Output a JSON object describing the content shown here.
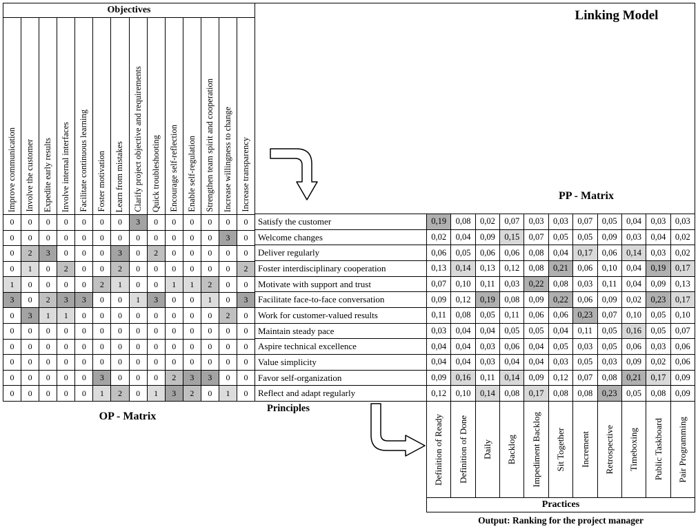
{
  "title": "Linking Model",
  "output_label": "Output: Ranking for the project manager",
  "icons": {
    "objectives_to_principles": "elbow-arrow-down",
    "principles_to_practices": "elbow-arrow-right"
  },
  "colors": {
    "op_shade_1": "#dcdcdc",
    "op_shade_2": "#c0c0c0",
    "op_shade_3": "#a3a3a3",
    "pp_shade_high": "#b0b0b0",
    "pp_shade_mid": "#d9d9d9",
    "border": "#000000"
  },
  "op_matrix": {
    "label": "OP - Matrix",
    "header": "Objectives",
    "objectives": [
      "Improve communication",
      "Involve the customer",
      "Expedite early results",
      "Involve internal interfaces",
      "Facilitate continuous learning",
      "Foster motivation",
      "Learn from mistakes",
      "Clarify project objective and requirements",
      "Quick troubleshooting",
      "Encourage self-reflection",
      "Enable self-regulation",
      "Strengthen team spirit and cooperation",
      "Increase willingness to change",
      "Increase transparency"
    ],
    "rows": [
      [
        0,
        0,
        0,
        0,
        0,
        0,
        0,
        3,
        0,
        0,
        0,
        0,
        0,
        0
      ],
      [
        0,
        0,
        0,
        0,
        0,
        0,
        0,
        0,
        0,
        0,
        0,
        0,
        3,
        0
      ],
      [
        0,
        2,
        3,
        0,
        0,
        0,
        3,
        0,
        2,
        0,
        0,
        0,
        0,
        0
      ],
      [
        0,
        1,
        0,
        2,
        0,
        0,
        2,
        0,
        0,
        0,
        0,
        0,
        0,
        2
      ],
      [
        1,
        0,
        0,
        0,
        0,
        2,
        1,
        0,
        0,
        1,
        1,
        2,
        0,
        0
      ],
      [
        3,
        0,
        2,
        3,
        3,
        0,
        0,
        1,
        3,
        0,
        0,
        1,
        0,
        3
      ],
      [
        0,
        3,
        1,
        1,
        0,
        0,
        0,
        0,
        0,
        0,
        0,
        0,
        2,
        0
      ],
      [
        0,
        0,
        0,
        0,
        0,
        0,
        0,
        0,
        0,
        0,
        0,
        0,
        0,
        0
      ],
      [
        0,
        0,
        0,
        0,
        0,
        0,
        0,
        0,
        0,
        0,
        0,
        0,
        0,
        0
      ],
      [
        0,
        0,
        0,
        0,
        0,
        0,
        0,
        0,
        0,
        0,
        0,
        0,
        0,
        0
      ],
      [
        0,
        0,
        0,
        0,
        0,
        3,
        0,
        0,
        0,
        2,
        3,
        3,
        0,
        0
      ],
      [
        0,
        0,
        0,
        0,
        0,
        1,
        2,
        0,
        1,
        3,
        2,
        0,
        1,
        0
      ]
    ]
  },
  "principles": {
    "label": "Principles",
    "items": [
      "Satisfy the customer",
      "Welcome changes",
      "Deliver regularly",
      "Foster interdisciplinary cooperation",
      "Motivate with support and trust",
      "Facilitate face-to-face conversation",
      "Work for customer-valued results",
      "Maintain steady pace",
      "Aspire technical excellence",
      "Value simplicity",
      "Favor self-organization",
      "Reflect and adapt regularly"
    ]
  },
  "pp_matrix": {
    "label": "PP - Matrix",
    "practices_header": "Practices",
    "practices": [
      "Definition of Ready",
      "Definition of Done",
      "Daily",
      "Backlog",
      "Impediment Backlog",
      "Sit Together",
      "Increment",
      "Retrospective",
      "Timeboxing",
      "Public Taskboard",
      "Pair Programming"
    ],
    "rows": [
      [
        "0,19",
        "0,08",
        "0,02",
        "0,07",
        "0,03",
        "0,03",
        "0,07",
        "0,05",
        "0,04",
        "0,03",
        "0,03"
      ],
      [
        "0,02",
        "0,04",
        "0,09",
        "0,15",
        "0,07",
        "0,05",
        "0,05",
        "0,09",
        "0,03",
        "0,04",
        "0,02"
      ],
      [
        "0,06",
        "0,05",
        "0,06",
        "0,06",
        "0,08",
        "0,04",
        "0,17",
        "0,06",
        "0,14",
        "0,03",
        "0,02"
      ],
      [
        "0,13",
        "0,14",
        "0,13",
        "0,12",
        "0,08",
        "0,21",
        "0,06",
        "0,10",
        "0,04",
        "0,19",
        "0,17"
      ],
      [
        "0,07",
        "0,10",
        "0,11",
        "0,03",
        "0,22",
        "0,08",
        "0,03",
        "0,11",
        "0,04",
        "0,09",
        "0,13"
      ],
      [
        "0,09",
        "0,12",
        "0,19",
        "0,08",
        "0,09",
        "0,22",
        "0,06",
        "0,09",
        "0,02",
        "0,23",
        "0,17"
      ],
      [
        "0,11",
        "0,08",
        "0,05",
        "0,11",
        "0,06",
        "0,06",
        "0,23",
        "0,07",
        "0,10",
        "0,05",
        "0,10"
      ],
      [
        "0,03",
        "0,04",
        "0,04",
        "0,05",
        "0,05",
        "0,04",
        "0,11",
        "0,05",
        "0,16",
        "0,05",
        "0,07"
      ],
      [
        "0,04",
        "0,04",
        "0,03",
        "0,06",
        "0,04",
        "0,05",
        "0,03",
        "0,05",
        "0,06",
        "0,03",
        "0,06"
      ],
      [
        "0,04",
        "0,04",
        "0,03",
        "0,04",
        "0,04",
        "0,03",
        "0,05",
        "0,03",
        "0,09",
        "0,02",
        "0,06"
      ],
      [
        "0,09",
        "0,16",
        "0,11",
        "0,14",
        "0,09",
        "0,12",
        "0,07",
        "0,08",
        "0,21",
        "0,17",
        "0,09"
      ],
      [
        "0,12",
        "0,10",
        "0,14",
        "0,08",
        "0,17",
        "0,08",
        "0,08",
        "0,23",
        "0,05",
        "0,08",
        "0,09"
      ]
    ]
  }
}
